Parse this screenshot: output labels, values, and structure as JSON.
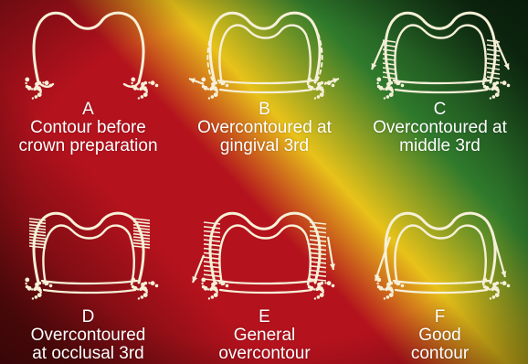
{
  "panels": [
    {
      "id": "a",
      "letter": "A",
      "line1": "Contour before",
      "line2": "crown preparation",
      "variant": "before"
    },
    {
      "id": "b",
      "letter": "B",
      "line1": "Overcontoured at",
      "line2": "gingival 3rd",
      "variant": "gingival"
    },
    {
      "id": "c",
      "letter": "C",
      "line1": "Overcontoured at",
      "line2": "middle 3rd",
      "variant": "middle"
    },
    {
      "id": "d",
      "letter": "D",
      "line1": "Overcontoured",
      "line2": "at occlusal 3rd",
      "variant": "occlusal"
    },
    {
      "id": "e",
      "letter": "E",
      "line1": "General",
      "line2": "overcontour",
      "variant": "general"
    },
    {
      "id": "f",
      "letter": "F",
      "line1": "Good",
      "line2": "contour",
      "variant": "good"
    }
  ],
  "colors": {
    "red": "#b4121d",
    "dark_red": "#5a0a0c",
    "yellow": "#e8c21a",
    "green": "#2f7a2c",
    "dark_green": "#0f2e12",
    "sketch": "#f6f0d8"
  }
}
